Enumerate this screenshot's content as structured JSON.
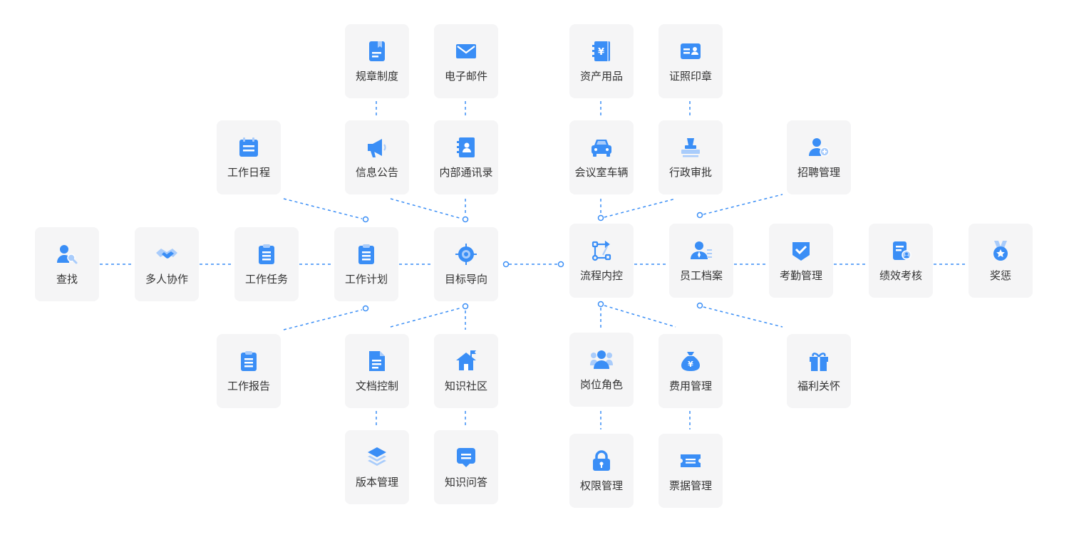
{
  "nodes": {
    "search": {
      "label": "查找",
      "icon": "user-search-icon"
    },
    "collaboration": {
      "label": "多人协作",
      "icon": "handshake-icon"
    },
    "task": {
      "label": "工作任务",
      "icon": "clipboard-icon"
    },
    "plan": {
      "label": "工作计划",
      "icon": "clipboard-icon"
    },
    "goal": {
      "label": "目标导向",
      "icon": "target-icon"
    },
    "schedule": {
      "label": "工作日程",
      "icon": "calendar-icon"
    },
    "report": {
      "label": "工作报告",
      "icon": "clipboard-icon"
    },
    "rules": {
      "label": "规章制度",
      "icon": "document-bookmark-icon"
    },
    "email": {
      "label": "电子邮件",
      "icon": "envelope-icon"
    },
    "notice": {
      "label": "信息公告",
      "icon": "megaphone-icon"
    },
    "contacts": {
      "label": "内部通讯录",
      "icon": "address-book-icon"
    },
    "doc_control": {
      "label": "文档控制",
      "icon": "file-icon"
    },
    "knowledge": {
      "label": "知识社区",
      "icon": "house-flag-icon"
    },
    "version": {
      "label": "版本管理",
      "icon": "layers-icon"
    },
    "qa": {
      "label": "知识问答",
      "icon": "chat-icon"
    },
    "process": {
      "label": "流程内控",
      "icon": "flow-icon"
    },
    "staff": {
      "label": "员工档案",
      "icon": "staff-icon"
    },
    "attendance": {
      "label": "考勤管理",
      "icon": "check-badge-icon"
    },
    "performance": {
      "label": "绩效考核",
      "icon": "doc-user-icon"
    },
    "reward": {
      "label": "奖惩",
      "icon": "medal-icon"
    },
    "assets": {
      "label": "资产用品",
      "icon": "ledger-yen-icon"
    },
    "license": {
      "label": "证照印章",
      "icon": "id-card-icon"
    },
    "vehicle": {
      "label": "会议室车辆",
      "icon": "car-icon"
    },
    "approval": {
      "label": "行政审批",
      "icon": "stamp-icon"
    },
    "recruit": {
      "label": "招聘管理",
      "icon": "user-add-icon"
    },
    "post": {
      "label": "岗位角色",
      "icon": "user-group-icon"
    },
    "expense": {
      "label": "费用管理",
      "icon": "money-bag-icon"
    },
    "permission": {
      "label": "权限管理",
      "icon": "lock-icon"
    },
    "ticket": {
      "label": "票据管理",
      "icon": "ticket-icon"
    },
    "welfare": {
      "label": "福利关怀",
      "icon": "gift-icon"
    }
  },
  "colors": {
    "accent": "#3a8ef6",
    "accent_light": "#a9ccfb",
    "card": "#f5f5f6",
    "text": "#333333",
    "line": "#3a8ef6"
  }
}
